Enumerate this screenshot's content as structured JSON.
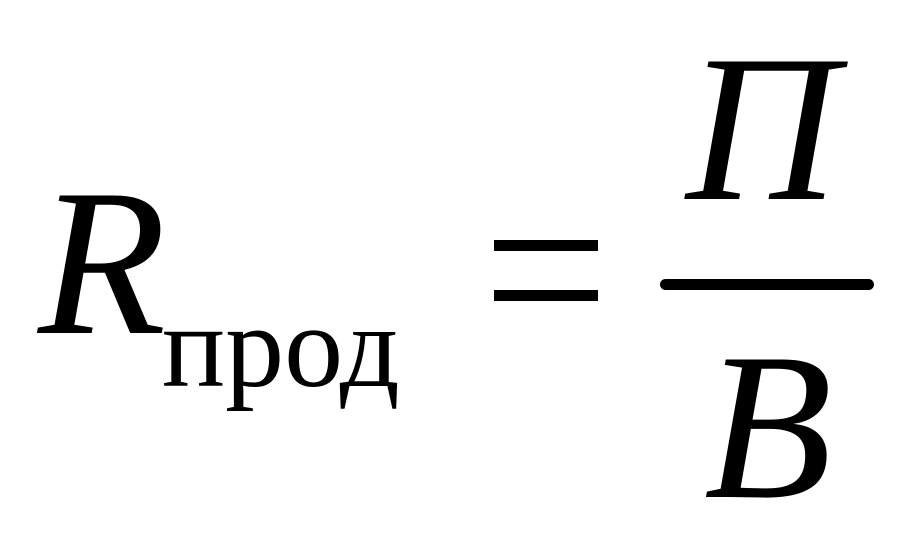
{
  "formula": {
    "lhs_symbol": "R",
    "lhs_subscript": "прод",
    "operator": "=",
    "numerator": "П",
    "denominator": "B"
  },
  "colors": {
    "text": "#000000",
    "background": "#ffffff"
  }
}
